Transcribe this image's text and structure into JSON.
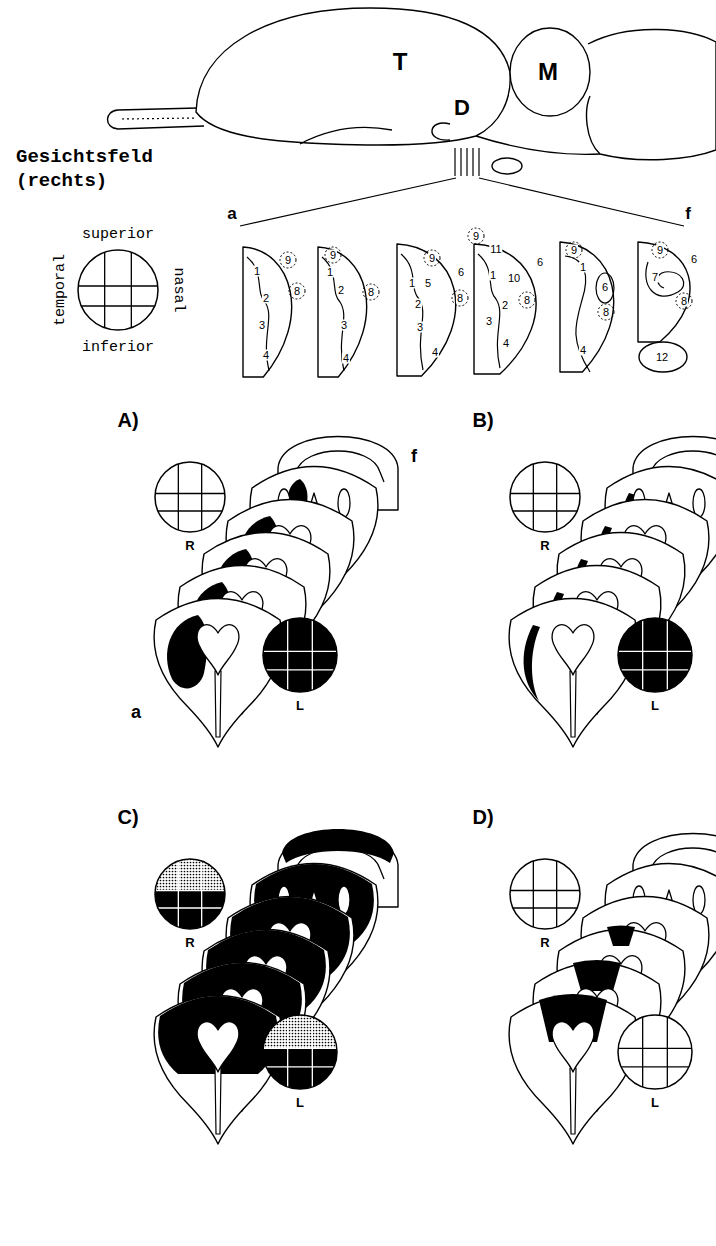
{
  "diagram": {
    "labels": [
      "T",
      "M",
      "D",
      "Gesichtsfeld (rechts)",
      "superior",
      "temporal",
      "nasal",
      "inferior",
      "a",
      "f",
      "9",
      "8",
      "1",
      "2",
      "3",
      "4",
      "9",
      "1",
      "2",
      "8",
      "3",
      "4",
      "9",
      "6",
      "1",
      "5",
      "8",
      "2",
      "3",
      "4",
      "9",
      "11",
      "6",
      "1",
      "10",
      "2",
      "8",
      "3",
      "4",
      "9",
      "1",
      "6",
      "8",
      "4",
      "9",
      "6",
      "7",
      "8",
      "12",
      "A)",
      "f",
      "a",
      "R",
      "L",
      "B)",
      "R",
      "L",
      "C)",
      "R",
      "L",
      "D)",
      "R",
      "L"
    ]
  }
}
